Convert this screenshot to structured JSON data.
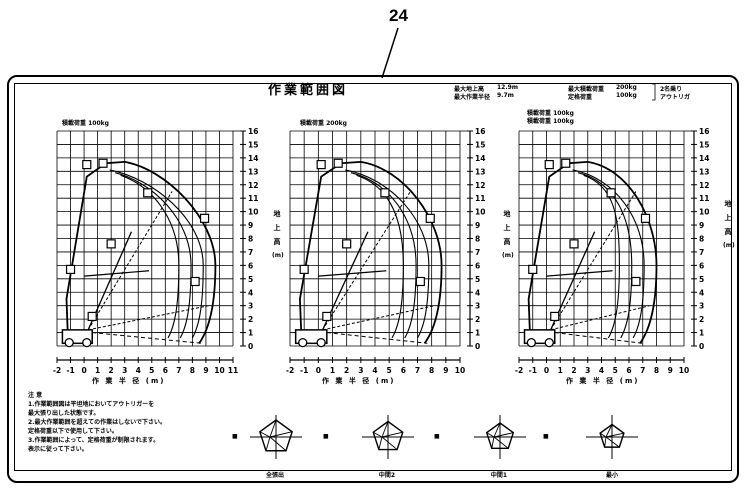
{
  "figure": {
    "reference_number": "24",
    "title": "作業範囲図",
    "specs": {
      "line1_label": "最大地上高",
      "line1_value": "12.9m",
      "line2_label": "最大作業半径",
      "line2_value": "9.7m",
      "load_line1": "最大積載荷重",
      "load_line1_value": "200kg",
      "load_line2": "定格荷重",
      "load_line2_value": "100kg",
      "load_suffix": "2名乗り",
      "load_suffix2": "アウトリガ"
    }
  },
  "charts": [
    {
      "load_labels": [
        "積載荷重 100kg"
      ],
      "x_ticks": [
        "-2",
        "-1",
        "0",
        "1",
        "2",
        "3",
        "4",
        "5",
        "6",
        "7",
        "8",
        "9",
        "10",
        "11"
      ],
      "y_ticks": [
        "0",
        "1",
        "2",
        "3",
        "4",
        "5",
        "6",
        "7",
        "8",
        "9",
        "10",
        "11",
        "12",
        "13",
        "14",
        "15",
        "16"
      ],
      "xlabel": "作 業 半 径 (m)",
      "ylabel": [
        "地",
        "上",
        "高",
        "(m)"
      ]
    },
    {
      "load_labels": [
        "積載荷重 200kg"
      ],
      "x_ticks": [
        "-2",
        "-1",
        "0",
        "1",
        "2",
        "3",
        "4",
        "5",
        "6",
        "7",
        "8",
        "9",
        "10"
      ],
      "y_ticks": [
        "0",
        "1",
        "2",
        "3",
        "4",
        "5",
        "6",
        "7",
        "8",
        "9",
        "10",
        "11",
        "12",
        "13",
        "14",
        "15",
        "16"
      ],
      "xlabel": "作 業 半 径 (m)",
      "ylabel": [
        "地",
        "上",
        "高",
        "(m)"
      ]
    },
    {
      "load_labels": [
        "積載荷重 100kg",
        "積載荷重 100kg"
      ],
      "x_ticks": [
        "-2",
        "-1",
        "0",
        "1",
        "2",
        "3",
        "4",
        "5",
        "6",
        "7",
        "8",
        "9",
        "10"
      ],
      "y_ticks": [
        "0",
        "1",
        "2",
        "3",
        "4",
        "5",
        "6",
        "7",
        "8",
        "9",
        "10",
        "11",
        "12",
        "13",
        "14",
        "15",
        "16"
      ],
      "xlabel": "作 業 半 径 (m)",
      "ylabel": [],
      "right_labels": [
        "地",
        "上",
        "高",
        "(m)"
      ]
    }
  ],
  "notes": {
    "heading": "注 意",
    "items": [
      "1.作業範囲図は平坦地においてアウトリガーを",
      "   最大張り出した状態です。",
      "2.最大作業範囲を超えての作業はしないで下さい。",
      "   定格荷重以下で使用して下さい。",
      "3.作業範囲によって、定格荷重が制限されます。",
      "   表示に従って下さい。"
    ]
  },
  "outrigger_diagrams": {
    "labels": [
      "全張出",
      "中間2",
      "中間1",
      "最小"
    ],
    "markers": [
      "■",
      "■",
      "■",
      "■"
    ]
  }
}
